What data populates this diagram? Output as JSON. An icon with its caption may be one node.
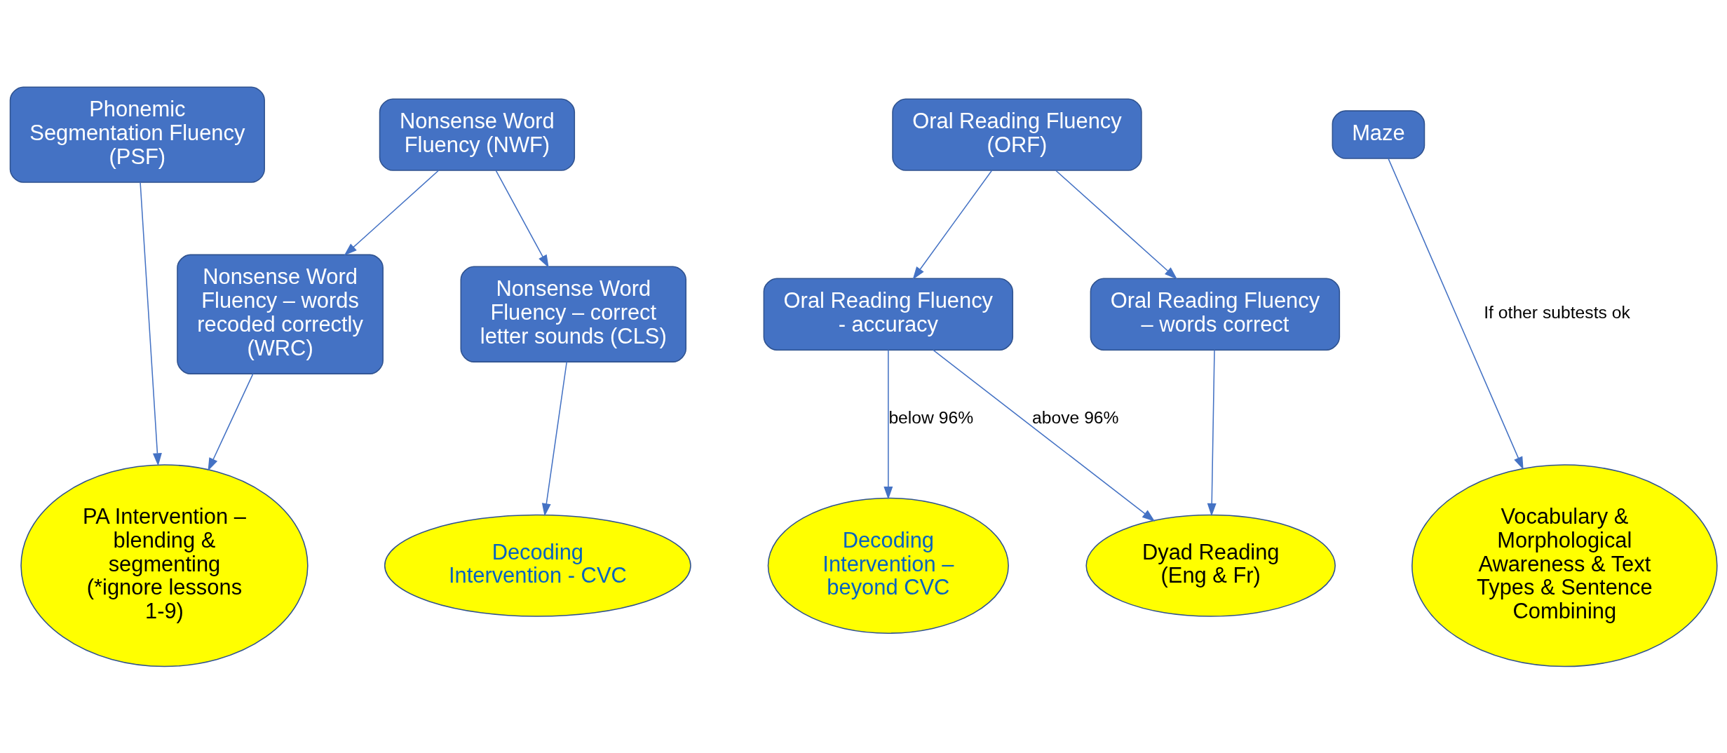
{
  "diagram": {
    "nodes": [
      {
        "text": [
          "Phonemic Segmentation Fluency (PSF)"
        ]
      },
      {
        "text": [
          "Nonsense Word Fluency (NWF)"
        ]
      },
      {
        "text": [
          "Oral Reading Fluency (ORF)"
        ]
      },
      {
        "text": [
          "Maze"
        ]
      },
      {
        "text": [
          "Nonsense Word Fluency – words recoded correctly (WRC)"
        ]
      },
      {
        "text": [
          "Nonsense Word Fluency – correct letter sounds (CLS)"
        ]
      },
      {
        "text": [
          "Oral Reading Fluency - accuracy"
        ]
      },
      {
        "text": [
          "Oral Reading Fluency – words correct"
        ]
      },
      {
        "text": [
          "PA Intervention – blending & segmenting",
          "(*ignore lessons 1-9)"
        ]
      },
      {
        "text": [
          "Decoding Intervention - CVC"
        ]
      },
      {
        "text": [
          "Decoding Intervention – beyond CVC"
        ]
      },
      {
        "text": [
          "Dyad Reading",
          "(Eng & Fr)"
        ]
      },
      {
        "text": [
          "Vocabulary & Morphological Awareness & Text Types & Sentence Combining"
        ]
      }
    ],
    "edges": [
      {
        "from": 0,
        "to": 8,
        "arrow": "to"
      },
      {
        "from": 1,
        "to": 4,
        "arrow": "to"
      },
      {
        "from": 1,
        "to": 5,
        "arrow": "to"
      },
      {
        "from": 2,
        "to": 6,
        "arrow": "to"
      },
      {
        "from": 2,
        "to": 7,
        "arrow": "to"
      },
      {
        "from": 3,
        "to": 12,
        "arrow": "to",
        "label": "If other subtests ok"
      },
      {
        "from": 4,
        "to": 8,
        "arrow": "to"
      },
      {
        "from": 5,
        "to": 9,
        "arrow": "to"
      },
      {
        "from": 6,
        "to": 10,
        "arrow": "to",
        "label": "below 96%"
      },
      {
        "from": 6,
        "to": 11,
        "arrow": "to",
        "label": "above 96%"
      },
      {
        "from": 7,
        "to": 11,
        "arrow": "to"
      }
    ]
  }
}
